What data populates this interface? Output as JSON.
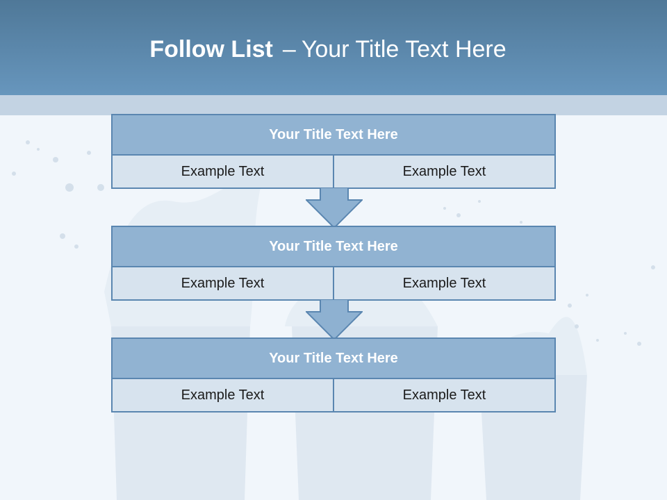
{
  "title": {
    "bold": "Follow List",
    "separator": "–",
    "rest": "Your Title Text Here"
  },
  "steps": [
    {
      "title": "Your Title Text Here",
      "left": "Example Text",
      "right": "Example Text"
    },
    {
      "title": "Your Title Text Here",
      "left": "Example Text",
      "right": "Example Text"
    },
    {
      "title": "Your Title Text Here",
      "left": "Example Text",
      "right": "Example Text"
    }
  ],
  "colors": {
    "header": "#6796bd",
    "band": "#c3d3e3",
    "box_title": "#91b3d2",
    "box_cell": "#d7e3ee",
    "border": "#5a86b0",
    "arrow": "#8eb1d1"
  },
  "background_image": "water-splash-glasses"
}
